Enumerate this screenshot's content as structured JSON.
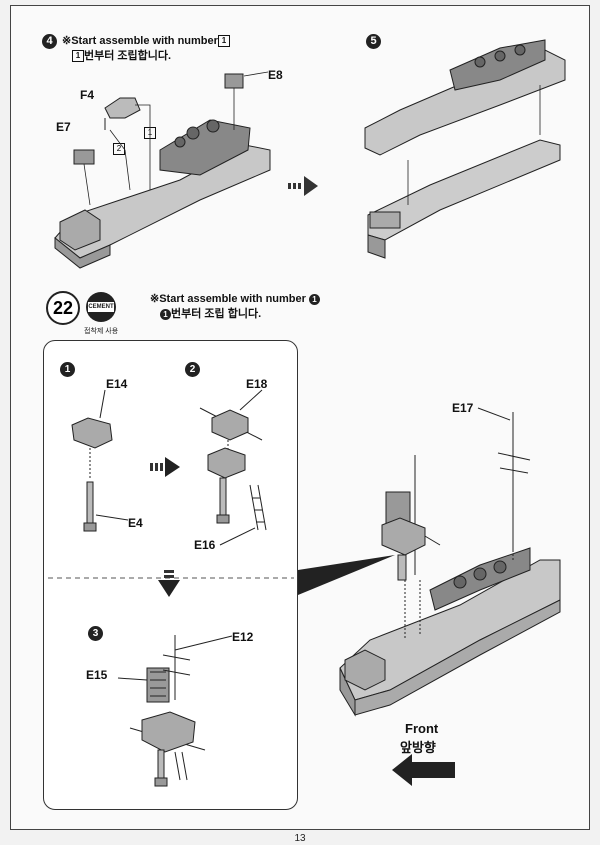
{
  "step4": {
    "num": "4",
    "line1": "※Start assemble with number",
    "box": "1",
    "line2": "번부터 조립합니다.",
    "parts": {
      "f4": "F4",
      "e7": "E7",
      "e8": "E8",
      "b1": "1",
      "b2": "2"
    }
  },
  "step5": {
    "num": "5"
  },
  "step22": {
    "num": "22",
    "cement": "CEMENT",
    "cement_caption": "접착제 사용",
    "line1": "※Start assemble with number",
    "badge": "1",
    "line2": "번부터 조립 합니다.",
    "sub1": {
      "num": "1",
      "parts": {
        "e14": "E14",
        "e4": "E4"
      }
    },
    "sub2": {
      "num": "2",
      "parts": {
        "e18": "E18",
        "e16": "E16"
      }
    },
    "sub3": {
      "num": "3",
      "parts": {
        "e12": "E12",
        "e15": "E15"
      }
    },
    "parts": {
      "e17": "E17"
    },
    "front_en": "Front",
    "front_ko": "앞방향"
  },
  "page_number": "13"
}
